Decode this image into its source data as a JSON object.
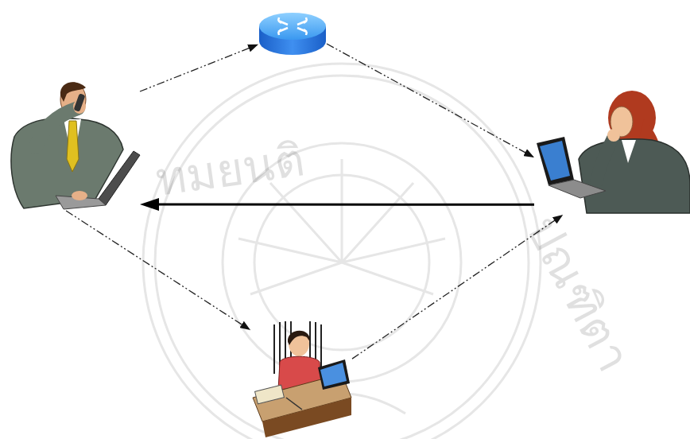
{
  "diagram": {
    "nodes": [
      {
        "text": []
      },
      {
        "text": []
      },
      {
        "text": []
      },
      {
        "text": []
      }
    ],
    "edges": [
      {
        "from": 1,
        "to": 0,
        "arrow": "to"
      },
      {
        "from": 0,
        "to": 2,
        "arrow": "to"
      },
      {
        "from": 1,
        "to": 3,
        "arrow": "to"
      },
      {
        "from": 3,
        "to": 2,
        "arrow": "to"
      },
      {
        "from": 2,
        "to": 1,
        "arrow": "to"
      }
    ],
    "labels": [
      "ทมยนติ",
      "ปณฑิตา"
    ]
  }
}
